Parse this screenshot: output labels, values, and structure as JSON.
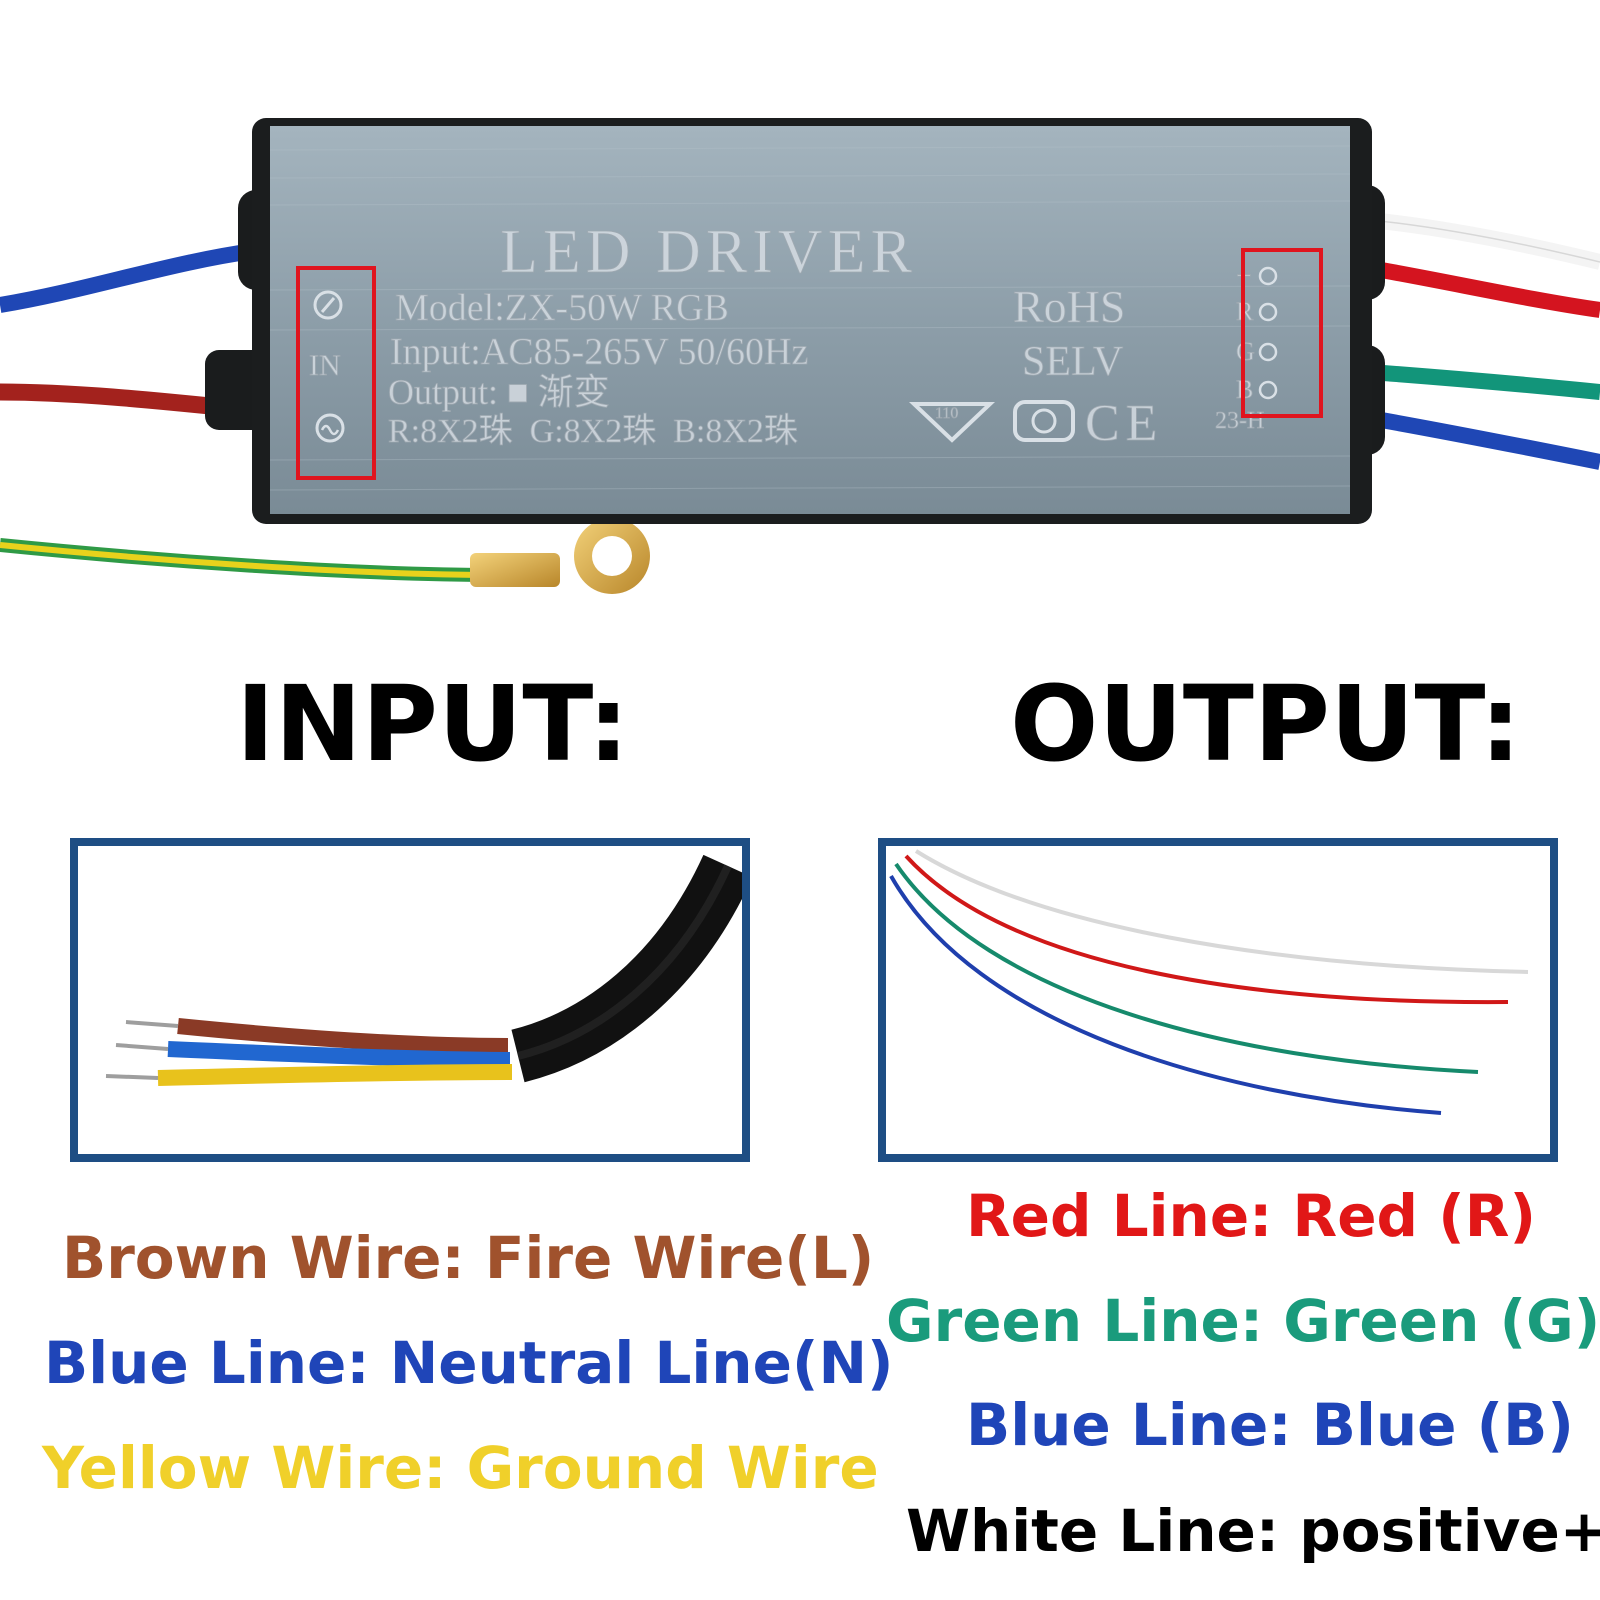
{
  "driver": {
    "title": "LED DRIVER",
    "model": "Model:ZX-50W RGB",
    "input": "Input:AC85-265V 50/60Hz",
    "output": "Output: ■ 渐变",
    "beads": "R:8X2珠  G:8X2珠  B:8X2珠",
    "rohs": "RoHS",
    "selv": "SELV",
    "in_label": "IN",
    "temp_mark": "110",
    "ce_mark": "CE",
    "code": "23-H",
    "terminals": [
      "+",
      "R",
      "G",
      "B"
    ]
  },
  "sections": {
    "input_heading": "INPUT:",
    "output_heading": "OUTPUT:"
  },
  "input_legend": [
    {
      "text": "Brown Wire: Fire Wire(L)",
      "color": "#a0522d"
    },
    {
      "text": "Blue Line: Neutral Line(N)",
      "color": "#1f45b8"
    },
    {
      "text": "Yellow Wire: Ground Wire",
      "color": "#f0d02a"
    }
  ],
  "output_legend": [
    {
      "text": "Red Line: Red (R)",
      "color": "#e11717"
    },
    {
      "text": "Green Line: Green (G)",
      "color": "#1a9b7c"
    },
    {
      "text": "Blue Line: Blue (B)",
      "color": "#1f45b8"
    },
    {
      "text": "White Line: positive+",
      "color": "#000000"
    }
  ],
  "colors": {
    "panel_border": "#1e4e84",
    "highlight_box": "#e0141e",
    "housing": "#8fa0ab"
  }
}
